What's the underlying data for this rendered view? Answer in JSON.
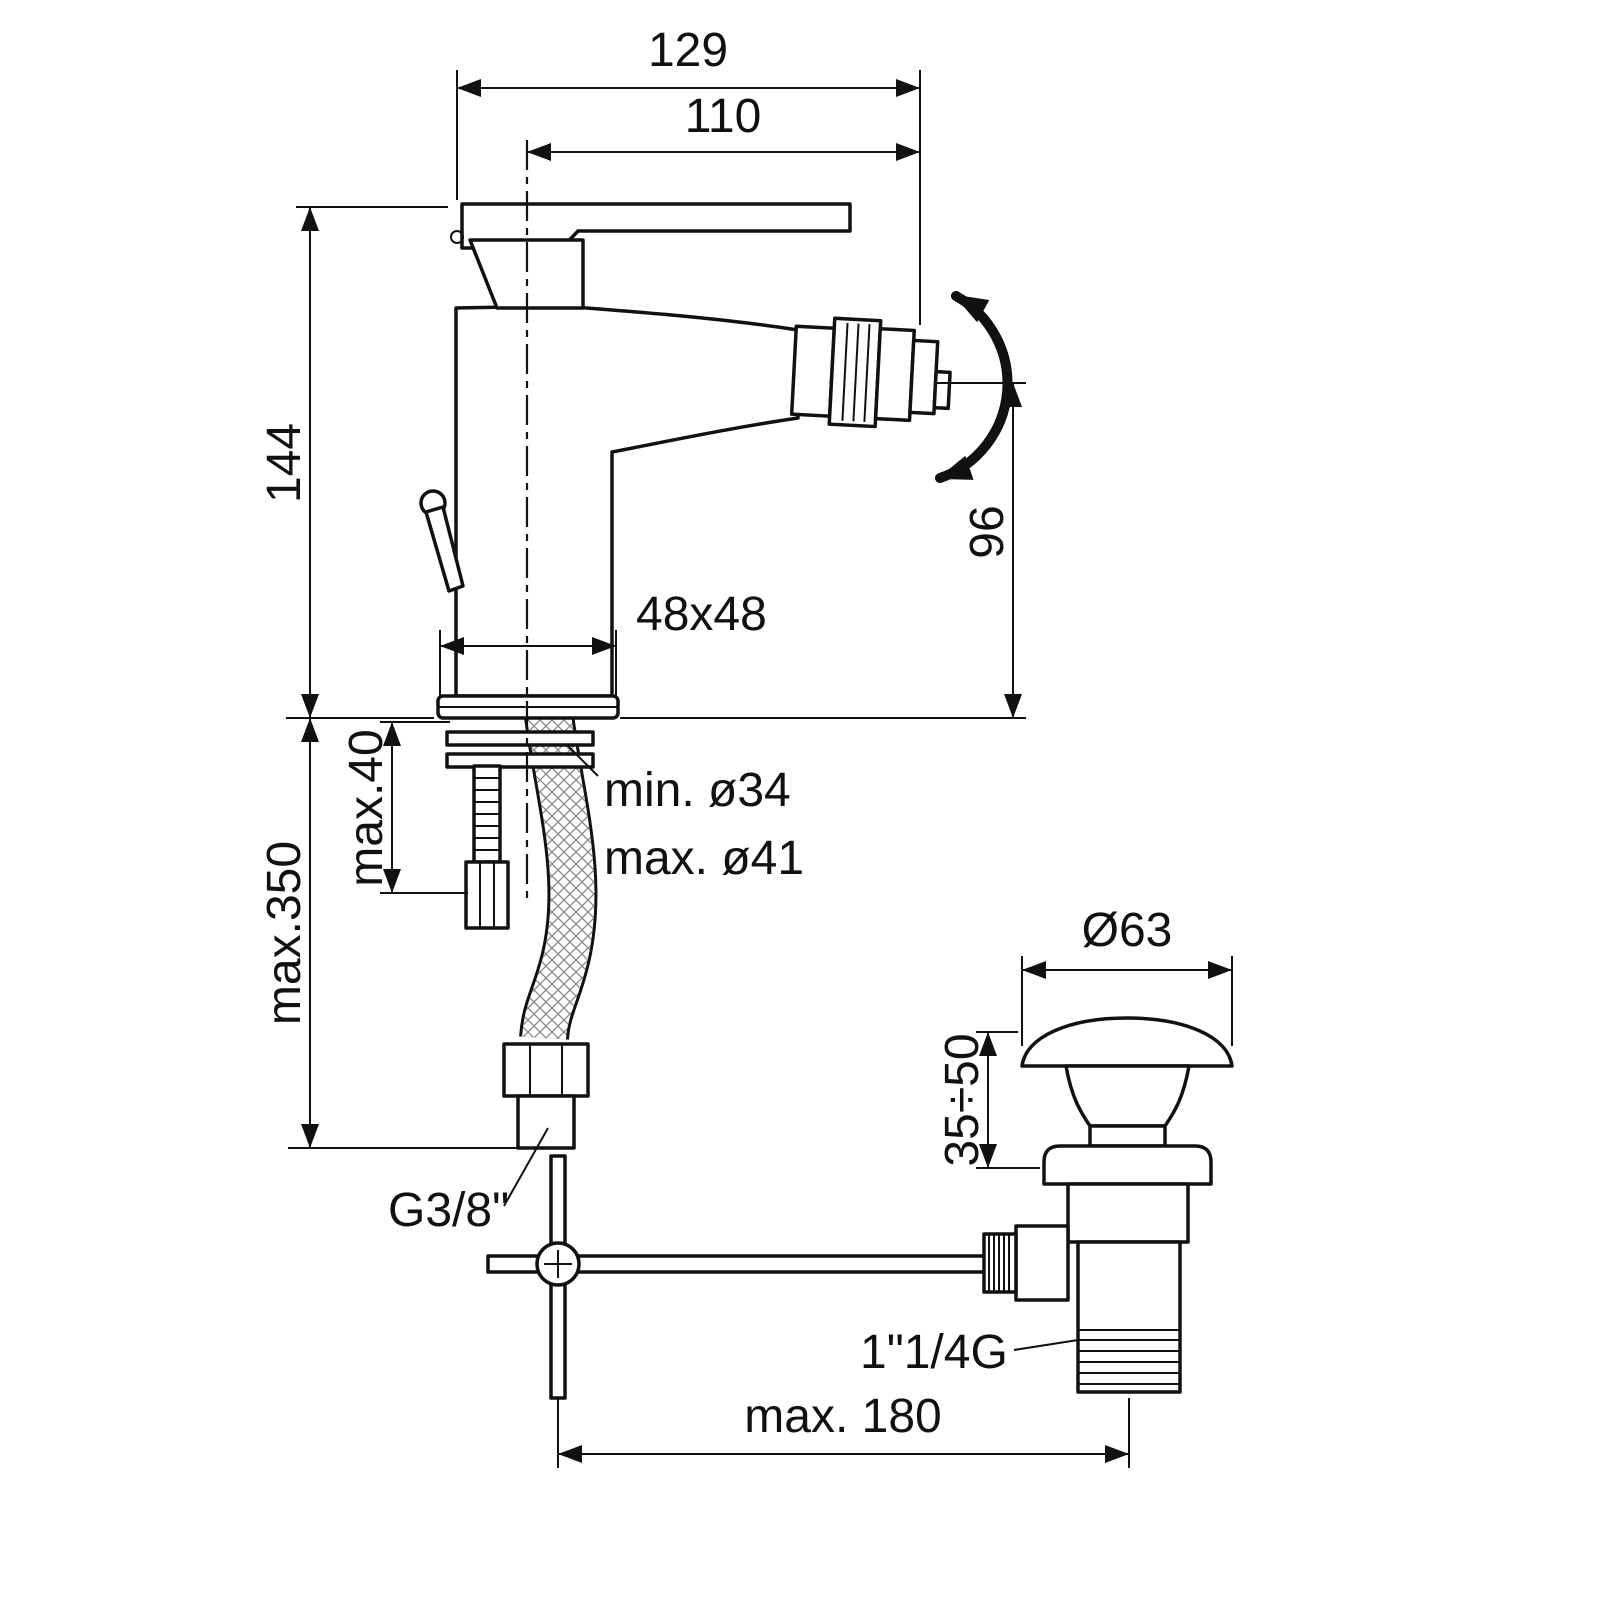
{
  "drawing": {
    "dims": {
      "overall_width": "129",
      "handle_reach": "110",
      "body_height": "144",
      "spout_height": "96",
      "base_size": "48x48",
      "hole_min": "min. ø34",
      "hole_max": "max. ø41",
      "max_depth": "max.350",
      "deck_thickness": "max.40",
      "cap_diameter": "Ø63",
      "waste_height_range": "35÷50",
      "inlet_thread": "G3/8\"",
      "waste_thread": "1\"1/4G",
      "rod_reach": "max. 180"
    },
    "colors": {
      "line": "#111111",
      "background": "#ffffff"
    }
  }
}
